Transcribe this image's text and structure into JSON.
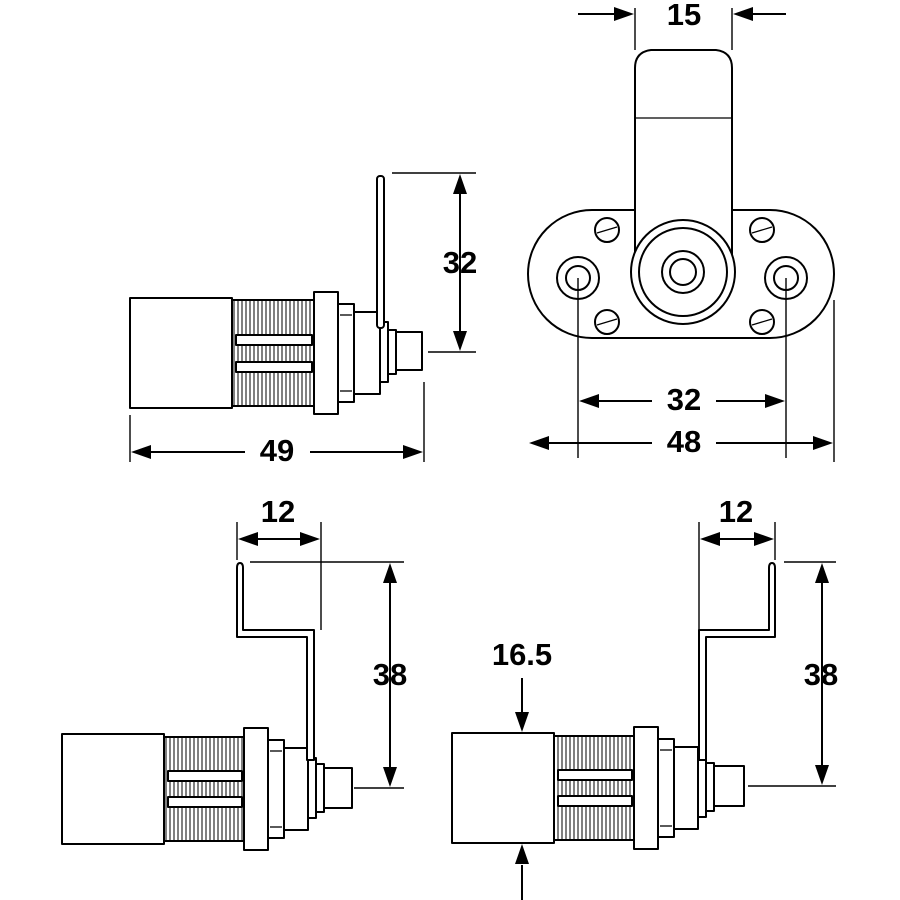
{
  "drawing": {
    "dimensions": {
      "top_left_height": "32",
      "top_left_length": "49",
      "top_right_cam_width": "15",
      "top_right_hole_spacing": "32",
      "top_right_plate_width": "48",
      "bottom_left_offset": "12",
      "bottom_left_height": "38",
      "bottom_right_offset": "12",
      "bottom_right_height": "38",
      "bottom_right_diameter": "16.5"
    }
  }
}
